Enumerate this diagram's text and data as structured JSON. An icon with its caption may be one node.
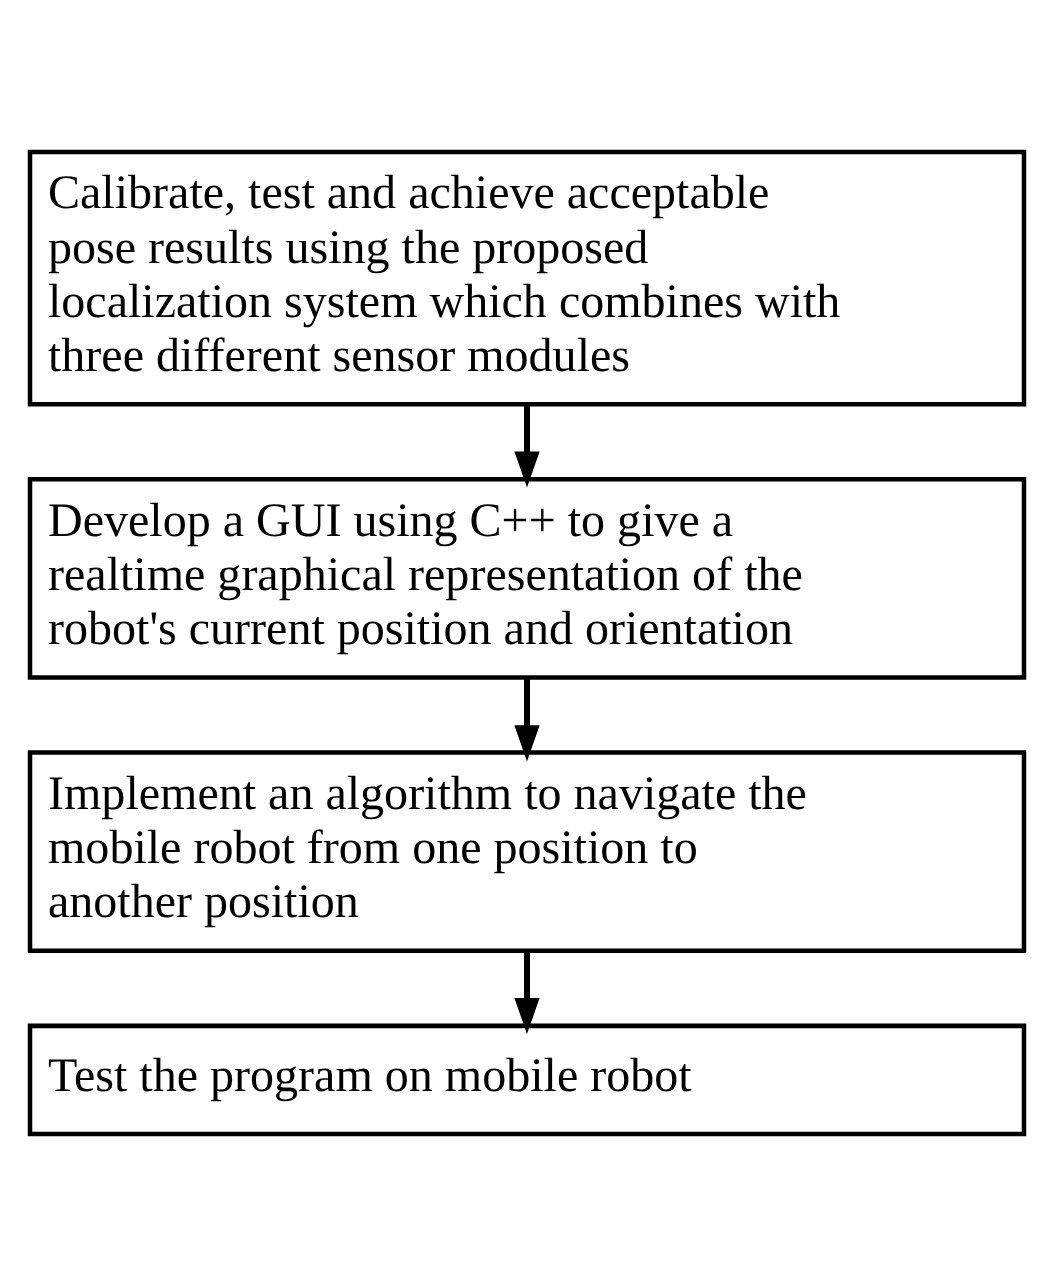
{
  "diagram": {
    "nodes": [
      {
        "text": [
          "Calibrate, test and achieve acceptable pose results using the proposed localization system which combines with three different sensor modules"
        ]
      },
      {
        "text": [
          "Develop a GUI using C++ to give a realtime graphical representation of the robot's current position and orientation"
        ]
      },
      {
        "text": [
          "Implement an algorithm to navigate the mobile robot from one position to another position"
        ]
      },
      {
        "text": [
          "Test the program on mobile robot"
        ]
      }
    ],
    "edges": [
      {
        "from": 0,
        "to": 1,
        "arrow": "to"
      },
      {
        "from": 1,
        "to": 2,
        "arrow": "to"
      },
      {
        "from": 2,
        "to": 3,
        "arrow": "to"
      }
    ]
  }
}
